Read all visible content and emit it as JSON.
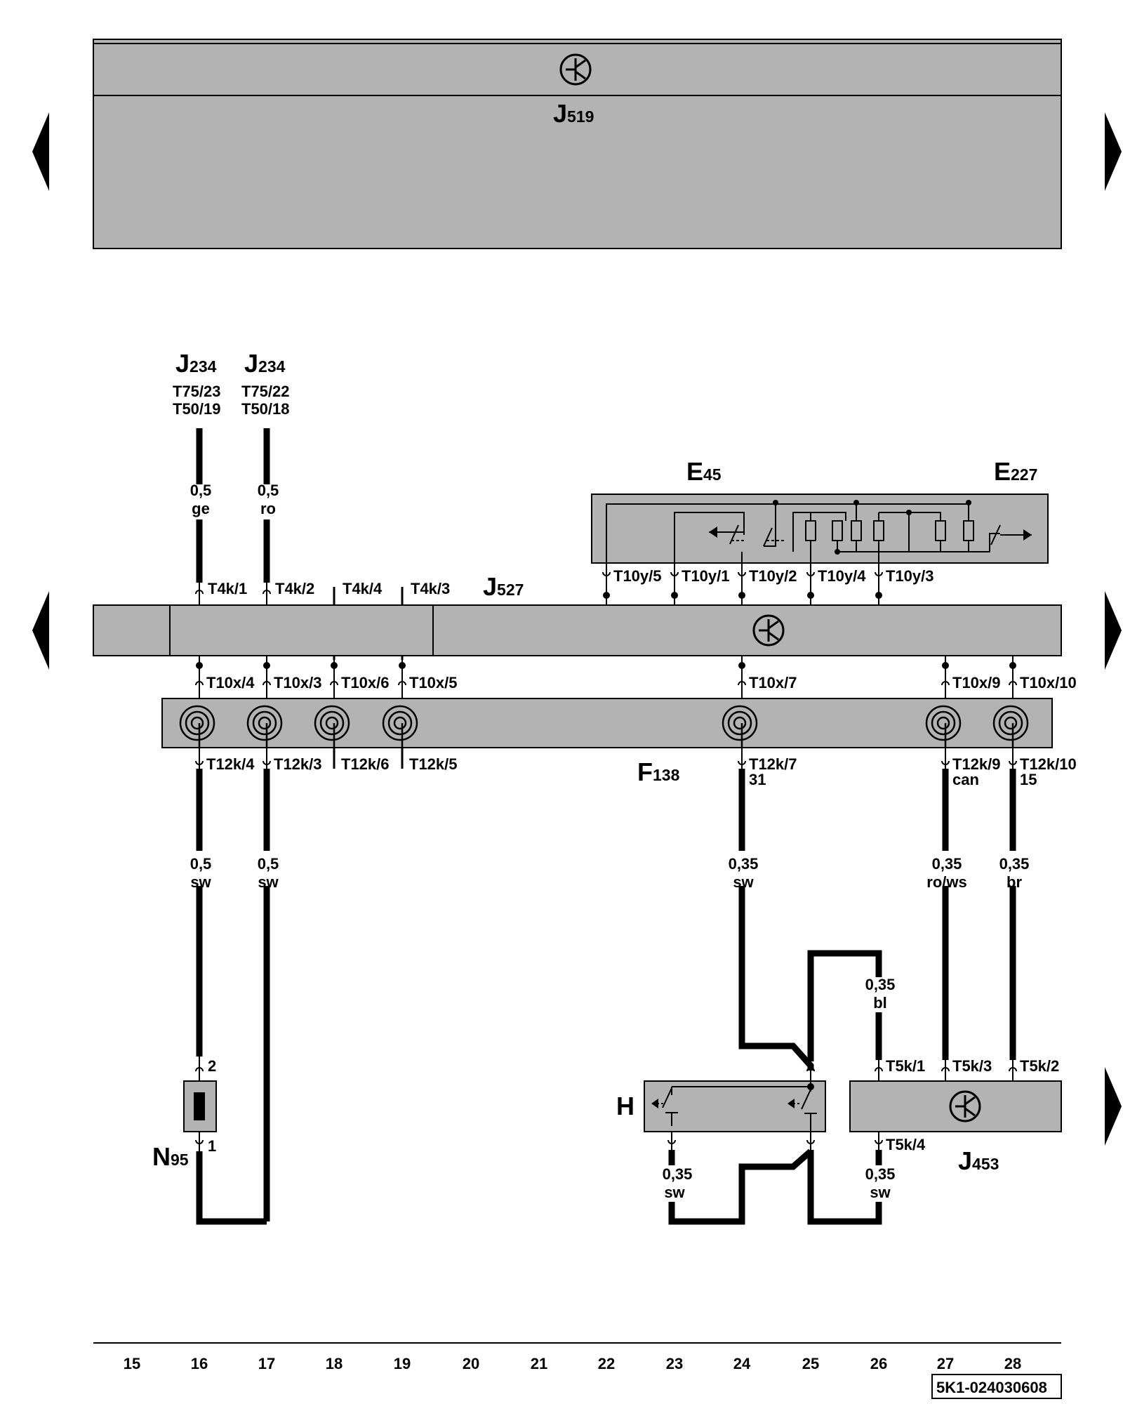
{
  "components": {
    "j519": {
      "main": "J",
      "sub": "519"
    },
    "j234_a": {
      "main": "J",
      "sub": "234",
      "pins": [
        "T75/23",
        "T50/19"
      ]
    },
    "j234_b": {
      "main": "J",
      "sub": "234",
      "pins": [
        "T75/22",
        "T50/18"
      ]
    },
    "e45": {
      "main": "E",
      "sub": "45"
    },
    "e227": {
      "main": "E",
      "sub": "227"
    },
    "j527": {
      "main": "J",
      "sub": "527"
    },
    "f138": {
      "main": "F",
      "sub": "138"
    },
    "n95": {
      "main": "N",
      "sub": "95"
    },
    "h": {
      "main": "H"
    },
    "j453": {
      "main": "J",
      "sub": "453"
    }
  },
  "wire_specs": {
    "w16_top": [
      "0,5",
      "ge"
    ],
    "w17_top": [
      "0,5",
      "ro"
    ],
    "w16_bot": [
      "0,5",
      "sw"
    ],
    "w17_bot": [
      "0,5",
      "sw"
    ],
    "w24": [
      "0,35",
      "sw"
    ],
    "w27": [
      "0,35",
      "ro/ws"
    ],
    "w28": [
      "0,35",
      "br"
    ],
    "w26_bl": [
      "0,35",
      "bl"
    ],
    "w23_bot": [
      "0,35",
      "sw"
    ],
    "w26_bot": [
      "0,35",
      "sw"
    ]
  },
  "pins": {
    "t4k_1": "T4k/1",
    "t4k_2": "T4k/2",
    "t4k_4": "T4k/4",
    "t4k_3": "T4k/3",
    "t10y_5": "T10y/5",
    "t10y_1": "T10y/1",
    "t10y_2": "T10y/2",
    "t10y_4": "T10y/4",
    "t10y_3": "T10y/3",
    "t10x_4": "T10x/4",
    "t10x_3": "T10x/3",
    "t10x_6": "T10x/6",
    "t10x_5": "T10x/5",
    "t10x_7": "T10x/7",
    "t10x_9": "T10x/9",
    "t10x_10": "T10x/10",
    "t12k_4": "T12k/4",
    "t12k_3": "T12k/3",
    "t12k_6": "T12k/6",
    "t12k_5": "T12k/5",
    "t12k_7": "T12k/7",
    "t12k_9": "T12k/9",
    "t12k_10": "T12k/10",
    "term_31": "31",
    "term_can": "can",
    "term_15": "15",
    "n95_2": "2",
    "n95_1": "1",
    "t5k_1": "T5k/1",
    "t5k_3": "T5k/3",
    "t5k_2": "T5k/2",
    "t5k_4": "T5k/4"
  },
  "columns": [
    "15",
    "16",
    "17",
    "18",
    "19",
    "20",
    "21",
    "22",
    "23",
    "24",
    "25",
    "26",
    "27",
    "28"
  ],
  "footer_code": "5K1-024030608"
}
